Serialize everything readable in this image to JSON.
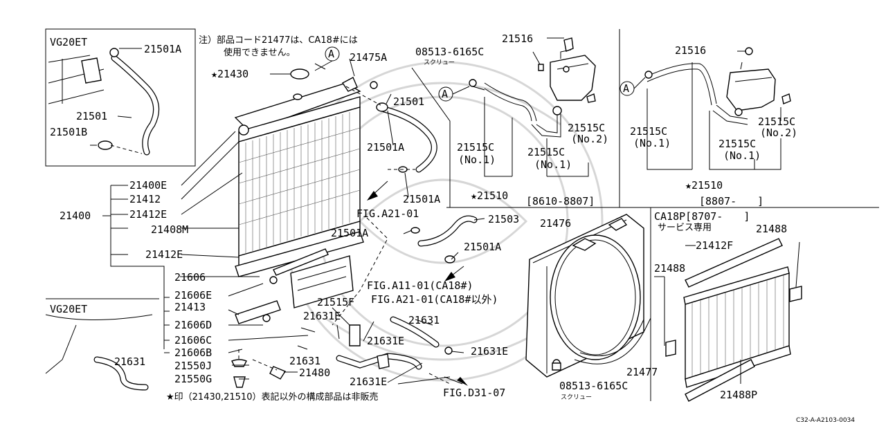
{
  "labels": {
    "inset_top_model": "VG20ET",
    "inset_bottom_model": "VG20ET",
    "note_line1": "注）部品コード21477は、CA18#には",
    "note_line2": "使用できません。",
    "footer_note": "★印（21430,21510）表記以外の構成部品は非販売",
    "ca18p_line1": "CA18P[8707-　　]",
    "ca18p_line2": "サービス専用",
    "range_left": "[8610-8807]",
    "range_right": "[8807-　　]",
    "circle_a": "A",
    "screw_jp": "スクリュー",
    "diagram_code": "C32-A-A2103-0034"
  },
  "parts": {
    "p21501A_1": "21501A",
    "p21501": "21501",
    "p21501B": "21501B",
    "p21430": "★21430",
    "p21475A": "21475A",
    "p21501_main": "21501",
    "p21501A_main": "21501A",
    "p21501A_low": "21501A",
    "p21400E": "21400E",
    "p21412": "21412",
    "p21412E": "21412E",
    "p21400": "21400",
    "p21408M": "21408M",
    "p21412E_2": "21412E",
    "p21606": "21606",
    "p21606E": "21606E",
    "p21413": "21413",
    "p21606D": "21606D",
    "p21606C": "21606C",
    "p21606B": "21606B",
    "p21550J": "21550J",
    "p21550G": "21550G",
    "p21480": "21480",
    "p21631_inset": "21631",
    "fig_a21_01": "FIG.A21-01",
    "p21501A_mid": "21501A",
    "p21503": "21503",
    "p21501A_mid2": "21501A",
    "fig_a11_01": "FIG.A11-01(CA18#)",
    "fig_a21_01b": "FIG.A21-01(CA18#以外)",
    "p21515F": "21515F",
    "p21631E_1": "21631E",
    "p21631": "21631",
    "p21631E_2": "21631E",
    "p21631E_3": "21631E",
    "p21631_2": "21631",
    "p21631E_4": "21631E",
    "fig_d31_07": "FIG.D31-07",
    "p21516": "21516",
    "p08513": "08513-6165C",
    "p21515C_a": "21515C",
    "p21515C_a_no": "(No.1)",
    "p21515C_b": "21515C",
    "p21515C_b_no": "(No.1)",
    "p21515C_c": "21515C",
    "p21515C_c_no": "(No.2)",
    "p21510": "★21510",
    "p21516_r": "21516",
    "p21515C_r1": "21515C",
    "p21515C_r1_no": "(No.1)",
    "p21515C_r2": "21515C",
    "p21515C_r2_no": "(No.2)",
    "p21515C_r3": "21515C",
    "p21515C_r3_no": "(No.1)",
    "p21510_r": "★21510",
    "p21476": "21476",
    "p21477": "21477",
    "p08513_b": "08513-6165C",
    "p21412F": "21412F",
    "p21488": "21488",
    "p21488_b": "21488",
    "p21488P": "21488P"
  }
}
